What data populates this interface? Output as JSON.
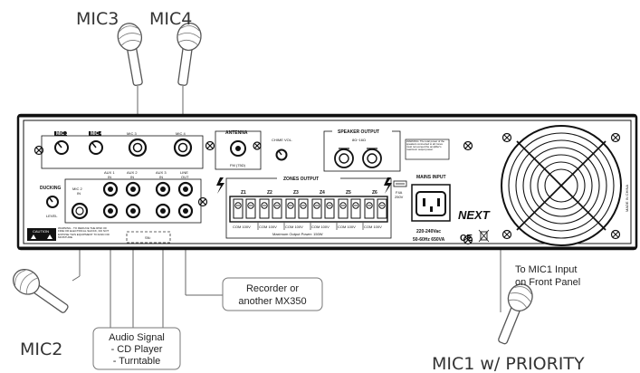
{
  "labels": {
    "mic3": "MIC3",
    "mic4": "MIC4",
    "mic2": "MIC2",
    "mic1": "MIC1 w/ PRIORITY"
  },
  "callouts": {
    "recorder_line1": "Recorder or",
    "recorder_line2": "another MX350",
    "audio_line1": "Audio Signal",
    "audio_line2": "- CD Player",
    "audio_line3": "- Turntable",
    "front_line1": "To MIC1 Input",
    "front_line2": "on Front Panel"
  },
  "panel": {
    "mic3": "MIC 3",
    "mic4": "MIC 4",
    "mic3_in": "MIC 3",
    "mic4_in": "MIC 4",
    "ducking": "DUCKING",
    "level": "LEVEL",
    "mic2_in_1": "MIC 2",
    "mic2_in_2": "IN",
    "aux1_1": "AUX 1",
    "aux1_2": "IN",
    "aux2_1": "AUX 2",
    "aux2_2": "IN",
    "aux3_1": "AUX 3",
    "aux3_2": "IN",
    "line_out_1": "LINE",
    "line_out_2": "OUT",
    "antenna": "ANTENNA",
    "fm": "FM (75Ω)",
    "chime_vol": "CHIME VOL.",
    "speaker_output": "SPEAKER OUTPUT",
    "ohms": "8Ω~16Ω",
    "zones_output": "ZONES OUTPUT",
    "zones": [
      "Z1",
      "Z2",
      "Z3",
      "Z4",
      "Z5",
      "Z6"
    ],
    "zone_terminal": "COM 100V",
    "max_power": "Maximum Output Power: 150W",
    "mains_input": "MAINS INPUT",
    "fuse_1": "F4A",
    "fuse_2": "250V",
    "voltage": "220-240Vac",
    "freq": "50-60Hz  650VA",
    "brand": "NEXT",
    "made_in": "MADE IN CHINA",
    "caution": "CAUTION",
    "warning_text": "WARNING - TO REDUCE THE RISK OF FIRE OR ELECTRICAL SHOCK, DO NOT EXPOSE THIS EQUIPMENT TO RAIN OR MOISTURE.",
    "warning_box": "WARNING: The total power of the speakers connected to all zones must not exceed the amplifier's maximum output power.",
    "serial": "SN:",
    "ce": "CE"
  }
}
